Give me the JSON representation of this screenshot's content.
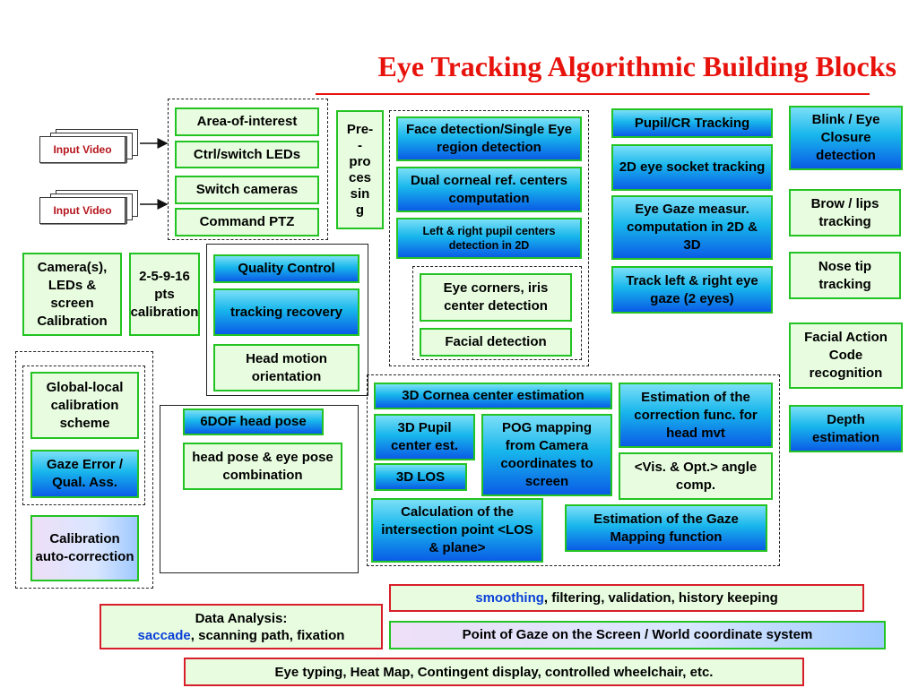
{
  "title": "Eye Tracking Algorithmic Building Blocks",
  "inputs": [
    "Input Video",
    "Input Video"
  ],
  "control_boxes": [
    "Area-of-interest",
    "Ctrl/switch LEDs",
    "Switch cameras",
    "Command PTZ"
  ],
  "preprocessing": "Pre-\n-\npro\nces\nsin\ng",
  "face_boxes": [
    "Face detection/Single Eye region detection",
    "Dual corneal ref. centers computation",
    "Left & right pupil centers detection in 2D"
  ],
  "eye_boxes": [
    "Eye corners, iris center detection",
    "Facial detection"
  ],
  "tracking_boxes": [
    "Pupil/CR Tracking",
    "2D eye socket tracking",
    "Eye Gaze measur. computation in 2D & 3D",
    "Track left & right eye gaze (2 eyes)"
  ],
  "right_boxes": [
    "Blink / Eye Closure detection",
    "Brow / lips tracking",
    "Nose tip tracking",
    "Facial Action Code recognition",
    "Depth estimation"
  ],
  "calibration": [
    "Camera(s), LEDs & screen Calibration",
    "2-5-9-16 pts calibration"
  ],
  "quality_boxes": [
    "Quality Control",
    "tracking recovery",
    "Head motion orientation"
  ],
  "left_group": [
    "Global-local calibration scheme",
    "Gaze Error / Qual. Ass.",
    "Calibration auto-correction"
  ],
  "head_pose": [
    "6DOF head pose",
    "head pose & eye pose combination"
  ],
  "three_d": {
    "cornea": "3D Cornea center estimation",
    "pupil": "3D Pupil center est.",
    "los": "3D LOS",
    "pog": "POG mapping from Camera coordinates to screen",
    "correction": "Estimation of the correction func. for head mvt",
    "vis_opt": "<Vis. & Opt.> angle comp.",
    "intersection": "Calculation of the intersection point <LOS & plane>",
    "mapping": "Estimation of the Gaze Mapping function"
  },
  "bottom": {
    "smoothing_word": "smoothing",
    "smoothing_rest": ", filtering, validation, history keeping",
    "analysis_head": "Data Analysis:",
    "saccade_word": "saccade",
    "analysis_rest": ", scanning path,  fixation",
    "pog": "Point of Gaze on the Screen / World coordinate system",
    "applications": "Eye typing, Heat Map, Contingent display, controlled wheelchair, etc."
  },
  "colors": {
    "title": "#e8120c",
    "box_border": "#22c322",
    "blue_box_top": "#7bdff7",
    "blue_box_bottom": "#0a5ce6",
    "green_fill": "#e8fde0",
    "red_border": "#d81e2a",
    "highlight_text": "#0a3fd8"
  }
}
